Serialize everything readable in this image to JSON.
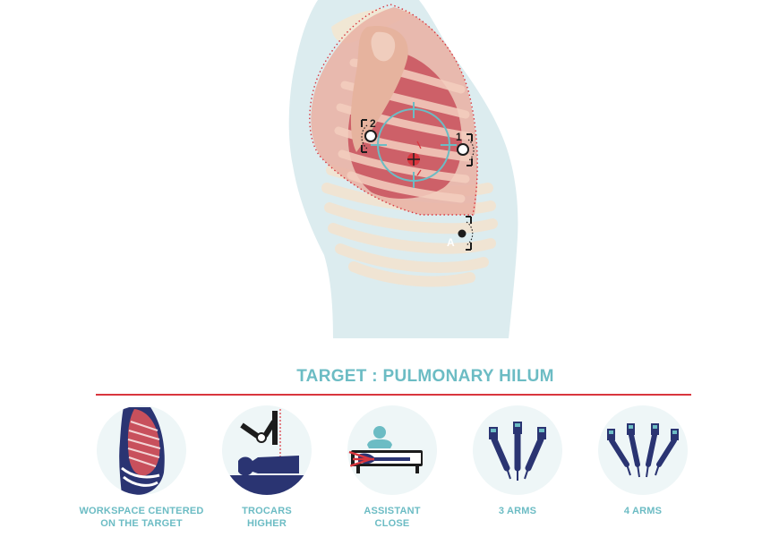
{
  "diagram": {
    "portal_labels": [
      "2",
      "1",
      "A"
    ]
  },
  "title": "TARGET : PULMONARY HILUM",
  "features": [
    {
      "icon": "workspace-icon",
      "line1": "WORKSPACE CENTERED",
      "line2": "ON THE TARGET"
    },
    {
      "icon": "trocars-icon",
      "line1": "TROCARS",
      "line2": "HIGHER"
    },
    {
      "icon": "assistant-icon",
      "line1": "ASSISTANT",
      "line2": "CLOSE"
    },
    {
      "icon": "three-arms-icon",
      "line1": "3 ARMS",
      "line2": ""
    },
    {
      "icon": "four-arms-icon",
      "line1": "4 ARMS",
      "line2": ""
    }
  ],
  "colors": {
    "accent": "#6cbcc4",
    "rule": "#d9363e",
    "navy": "#2a3472",
    "lung": "#c8505c"
  }
}
